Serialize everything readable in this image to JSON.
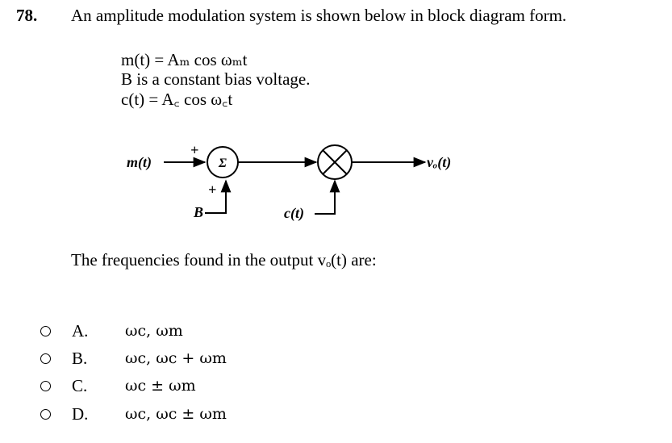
{
  "question": {
    "number": "78.",
    "text": "An amplitude modulation system is shown below in block diagram form."
  },
  "definitions": {
    "line1": "m(t) = Aₘ cos ωₘt",
    "line2": "B is a constant bias voltage.",
    "line3": "c(t) = A꜀ cos ω꜀t"
  },
  "diagram": {
    "input_label": "m(t)",
    "plus_top": "+",
    "plus_bottom": "+",
    "sum_symbol": "Σ",
    "bias_label": "B",
    "carrier_label": "c(t)",
    "output_label": "vₒ(t)"
  },
  "prompt": "The frequencies found in the output vₒ(t) are:",
  "options": [
    {
      "letter": "A.",
      "answer": "ωc, ωm"
    },
    {
      "letter": "B.",
      "answer": "ωc, ωc + ωm"
    },
    {
      "letter": "C.",
      "answer": "ωc ± ωm"
    },
    {
      "letter": "D.",
      "answer": "ωc, ωc ± ωm"
    }
  ]
}
